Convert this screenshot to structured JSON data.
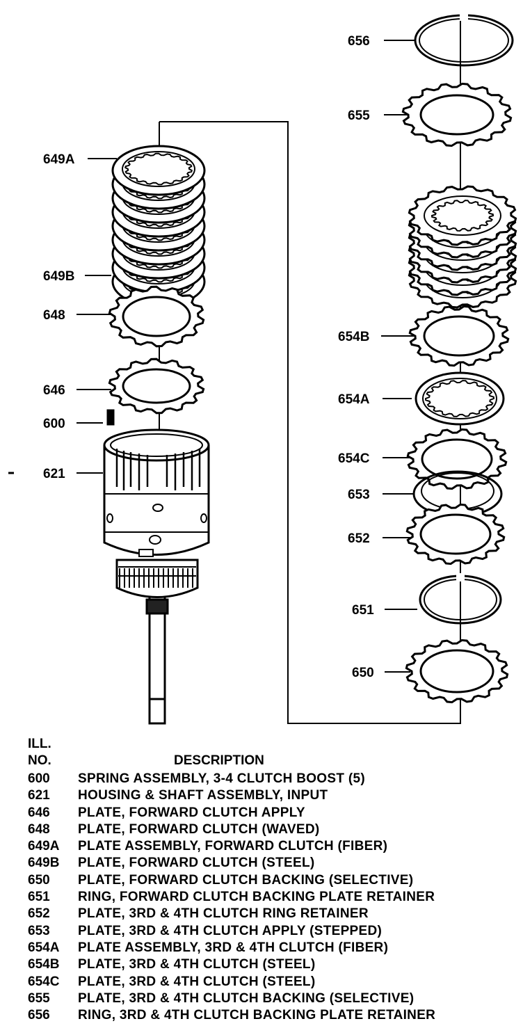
{
  "callouts": [
    {
      "id": "656",
      "label": "656"
    },
    {
      "id": "655",
      "label": "655"
    },
    {
      "id": "649a",
      "label": "649A"
    },
    {
      "id": "649b",
      "label": "649B"
    },
    {
      "id": "648",
      "label": "648"
    },
    {
      "id": "646",
      "label": "646"
    },
    {
      "id": "600",
      "label": "600"
    },
    {
      "id": "621",
      "label": "621"
    },
    {
      "id": "654b",
      "label": "654B"
    },
    {
      "id": "654a",
      "label": "654A"
    },
    {
      "id": "654c",
      "label": "654C"
    },
    {
      "id": "653",
      "label": "653"
    },
    {
      "id": "652",
      "label": "652"
    },
    {
      "id": "651",
      "label": "651"
    },
    {
      "id": "650",
      "label": "650"
    }
  ],
  "legend": {
    "header_ill": "ILL.",
    "header_no": "NO.",
    "header_description": "DESCRIPTION",
    "rows": [
      {
        "no": "600",
        "desc": "SPRING ASSEMBLY, 3-4 CLUTCH BOOST (5)"
      },
      {
        "no": "621",
        "desc": "HOUSING & SHAFT ASSEMBLY, INPUT"
      },
      {
        "no": "646",
        "desc": "PLATE, FORWARD CLUTCH APPLY"
      },
      {
        "no": "648",
        "desc": "PLATE, FORWARD CLUTCH (WAVED)"
      },
      {
        "no": "649A",
        "desc": "PLATE ASSEMBLY, FORWARD CLUTCH (FIBER)"
      },
      {
        "no": "649B",
        "desc": "PLATE, FORWARD CLUTCH (STEEL)"
      },
      {
        "no": "650",
        "desc": "PLATE, FORWARD CLUTCH BACKING (SELECTIVE)"
      },
      {
        "no": "651",
        "desc": "RING, FORWARD CLUTCH BACKING PLATE RETAINER"
      },
      {
        "no": "652",
        "desc": "PLATE, 3RD & 4TH CLUTCH RING RETAINER"
      },
      {
        "no": "653",
        "desc": "PLATE, 3RD & 4TH CLUTCH APPLY (STEPPED)"
      },
      {
        "no": "654A",
        "desc": "PLATE ASSEMBLY, 3RD & 4TH CLUTCH (FIBER)"
      },
      {
        "no": "654B",
        "desc": "PLATE, 3RD & 4TH CLUTCH (STEEL)"
      },
      {
        "no": "654C",
        "desc": "PLATE, 3RD & 4TH CLUTCH (STEEL)"
      },
      {
        "no": "655",
        "desc": "PLATE, 3RD & 4TH CLUTCH BACKING (SELECTIVE)"
      },
      {
        "no": "656",
        "desc": "RING, 3RD & 4TH CLUTCH BACKING PLATE RETAINER"
      }
    ]
  }
}
